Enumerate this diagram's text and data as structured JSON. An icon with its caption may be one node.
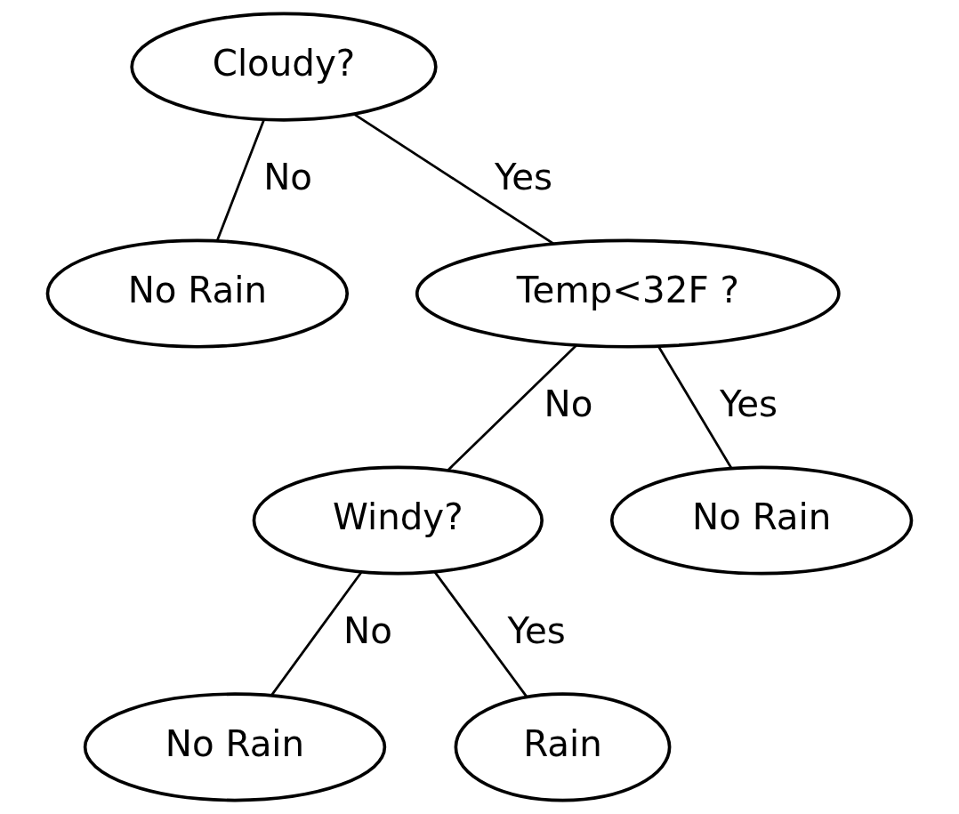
{
  "diagram": {
    "nodes": [
      {
        "text": [
          "Cloudy?"
        ]
      },
      {
        "text": [
          "No Rain"
        ]
      },
      {
        "text": [
          "Temp<32F ?"
        ]
      },
      {
        "text": [
          "Windy?"
        ]
      },
      {
        "text": [
          "No Rain"
        ]
      },
      {
        "text": [
          "No Rain"
        ]
      },
      {
        "text": [
          "Rain"
        ]
      }
    ],
    "edges": [
      {
        "from": 0,
        "to": 1,
        "arrow": "none",
        "label": "No"
      },
      {
        "from": 0,
        "to": 2,
        "arrow": "none",
        "label": "Yes"
      },
      {
        "from": 2,
        "to": 3,
        "arrow": "none",
        "label": "No"
      },
      {
        "from": 2,
        "to": 4,
        "arrow": "none",
        "label": "Yes"
      },
      {
        "from": 3,
        "to": 5,
        "arrow": "none",
        "label": "No"
      },
      {
        "from": 3,
        "to": 6,
        "arrow": "none",
        "label": "Yes"
      }
    ]
  }
}
